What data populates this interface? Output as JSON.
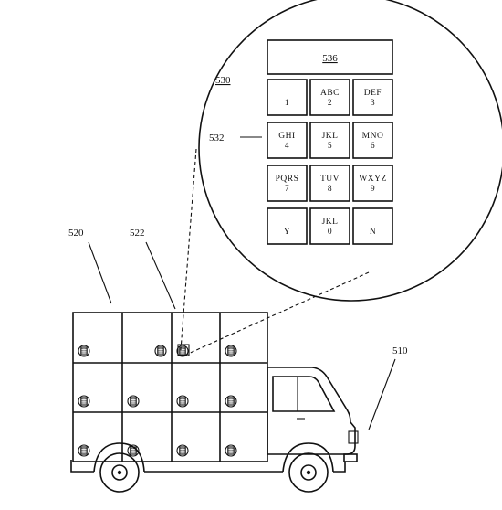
{
  "labels": {
    "truck": "510",
    "locker_bank": "520",
    "locker": "522",
    "keypad_callout": "530",
    "keypad": "532",
    "display": "536"
  },
  "keypad": {
    "keys": [
      {
        "letters": "",
        "digit": "1"
      },
      {
        "letters": "ABC",
        "digit": "2"
      },
      {
        "letters": "DEF",
        "digit": "3"
      },
      {
        "letters": "GHI",
        "digit": "4"
      },
      {
        "letters": "JKL",
        "digit": "5"
      },
      {
        "letters": "MNO",
        "digit": "6"
      },
      {
        "letters": "PQRS",
        "digit": "7"
      },
      {
        "letters": "TUV",
        "digit": "8"
      },
      {
        "letters": "WXYZ",
        "digit": "9"
      },
      {
        "letters": "",
        "digit": "Y"
      },
      {
        "letters": "JKL",
        "digit": "0"
      },
      {
        "letters": "",
        "digit": "N"
      }
    ]
  },
  "icons": {
    "small_keypad": "keypad-icon",
    "wheel": "wheel-icon"
  }
}
